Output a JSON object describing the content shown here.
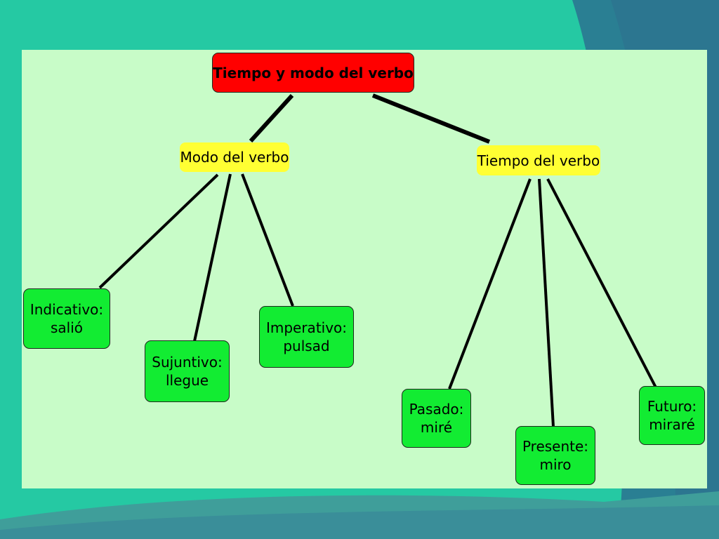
{
  "colors": {
    "background": "#25c9a3",
    "panel": "#c8fcc8",
    "root": "#ff0000",
    "category": "#ffff33",
    "leaf": "#12ec32",
    "line": "#000000"
  },
  "diagram": {
    "root": "Tiempo y modo del verbo",
    "modo": {
      "label": "Modo del verbo",
      "children": [
        "Indicativo:\nsalió",
        "Sujuntivo:\nllegue",
        "Imperativo:\npulsad"
      ]
    },
    "tiempo": {
      "label": "Tiempo del verbo",
      "children": [
        "Pasado:\nmiré",
        "Presente:\nmiro",
        "Futuro:\nmiraré"
      ]
    }
  }
}
